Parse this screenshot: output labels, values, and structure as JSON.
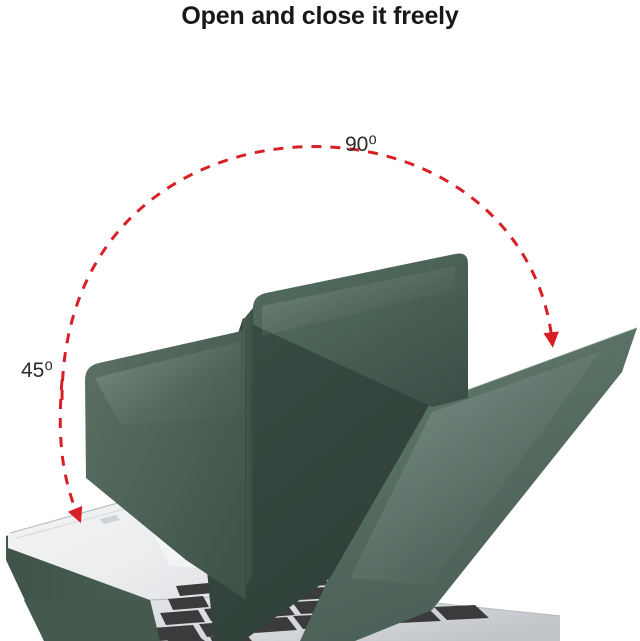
{
  "page": {
    "title": "Open and close it freely",
    "background_color": "#ffffff"
  },
  "annotations": {
    "arc_color": "#d81f26",
    "arrow_color": "#d81f26",
    "angle_open": "90",
    "angle_open_label": "90⁰",
    "angle_close": "45",
    "angle_close_label": "45⁰",
    "degree_symbol": "⁰"
  },
  "product": {
    "name": "laptop-hard-shell-case",
    "case_color_name": "dark green",
    "colors": {
      "case_green_dark": "#3f5349",
      "case_green_mid": "#4c6459",
      "case_green_light": "#5c7569",
      "case_green_lighter": "#647c71",
      "laptop_silver": "#e9eaec",
      "laptop_silver_dark": "#c9ccd0",
      "keyboard_key": "#3a3a3c",
      "keyboard_deck": "#d7d9db"
    }
  },
  "parts": [
    {
      "name": "laptop-screen-panel",
      "label": "laptop screen with green case back"
    },
    {
      "name": "laptop-keyboard-base",
      "label": "laptop keyboard base with green case bottom"
    },
    {
      "name": "case-lid-panel",
      "label": "green case lid standing upright"
    },
    {
      "name": "case-bottom-panel",
      "label": "green case bottom shell angled right"
    }
  ]
}
